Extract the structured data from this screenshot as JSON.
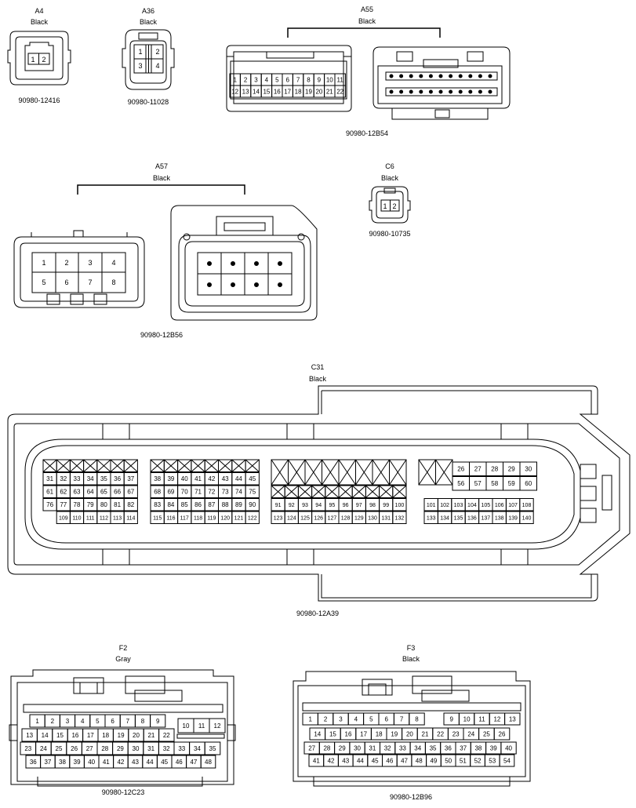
{
  "connectors": {
    "a4": {
      "code": "A4",
      "color": "Black",
      "part": "90980-12416",
      "pins": [
        "1",
        "2"
      ]
    },
    "a36": {
      "code": "A36",
      "color": "Black",
      "part": "90980-11028",
      "pins": [
        "1",
        "2",
        "3",
        "4"
      ]
    },
    "a55": {
      "code": "A55",
      "color": "Black",
      "part": "90980-12B54",
      "pins_top": [
        "1",
        "2",
        "3",
        "4",
        "5",
        "6",
        "7",
        "8",
        "9",
        "10",
        "11"
      ],
      "pins_bottom": [
        "12",
        "13",
        "14",
        "15",
        "16",
        "17",
        "18",
        "19",
        "20",
        "21",
        "22"
      ]
    },
    "a57": {
      "code": "A57",
      "color": "Black",
      "part": "90980-12B56",
      "pins": [
        "1",
        "2",
        "3",
        "4",
        "5",
        "6",
        "7",
        "8"
      ]
    },
    "c6": {
      "code": "C6",
      "color": "Black",
      "part": "90980-10735",
      "pins": [
        "1",
        "2"
      ]
    },
    "c31": {
      "code": "C31",
      "color": "Black",
      "part": "90980-12A39",
      "block1": {
        "row1": [
          "31",
          "32",
          "33",
          "34",
          "35",
          "36",
          "37"
        ],
        "row2": [
          "61",
          "62",
          "63",
          "64",
          "65",
          "66",
          "67"
        ],
        "row3": [
          "76",
          "77",
          "78",
          "79",
          "80",
          "81",
          "82"
        ],
        "row4": [
          "109",
          "110",
          "111",
          "112",
          "113",
          "114"
        ]
      },
      "block2": {
        "row1": [
          "38",
          "39",
          "40",
          "41",
          "42",
          "43",
          "44",
          "45"
        ],
        "row2": [
          "68",
          "69",
          "70",
          "71",
          "72",
          "73",
          "74",
          "75"
        ],
        "row3": [
          "83",
          "84",
          "85",
          "86",
          "87",
          "88",
          "89",
          "90"
        ],
        "row4": [
          "115",
          "116",
          "117",
          "118",
          "119",
          "120",
          "121",
          "122"
        ]
      },
      "block3": {
        "row3": [
          "91",
          "92",
          "93",
          "94",
          "95",
          "96",
          "97",
          "98",
          "99",
          "100"
        ],
        "row4": [
          "123",
          "124",
          "125",
          "126",
          "127",
          "128",
          "129",
          "130",
          "131",
          "132"
        ]
      },
      "block4": {
        "row1": [
          "26",
          "27",
          "28",
          "29",
          "30"
        ],
        "row2": [
          "56",
          "57",
          "58",
          "59",
          "60"
        ],
        "row3": [
          "101",
          "102",
          "103",
          "104",
          "105",
          "106",
          "107",
          "108"
        ],
        "row4": [
          "133",
          "134",
          "135",
          "136",
          "137",
          "138",
          "139",
          "140"
        ]
      }
    },
    "f2": {
      "code": "F2",
      "color": "Gray",
      "part": "90980-12C23",
      "row1": [
        "1",
        "2",
        "3",
        "4",
        "5",
        "6",
        "7",
        "8",
        "9"
      ],
      "row1b": [
        "10",
        "11",
        "12"
      ],
      "row2": [
        "13",
        "14",
        "15",
        "16",
        "17",
        "18",
        "19",
        "20",
        "21",
        "22"
      ],
      "row3": [
        "23",
        "24",
        "25",
        "26",
        "27",
        "28",
        "29",
        "30",
        "31",
        "32",
        "33",
        "34",
        "35"
      ],
      "row4": [
        "36",
        "37",
        "38",
        "39",
        "40",
        "41",
        "42",
        "43",
        "44",
        "45",
        "46",
        "47",
        "48"
      ]
    },
    "f3": {
      "code": "F3",
      "color": "Black",
      "part": "90980-12B96",
      "row1": [
        "1",
        "2",
        "3",
        "4",
        "5",
        "6",
        "7",
        "8"
      ],
      "row1b": [
        "9",
        "10",
        "11",
        "12",
        "13"
      ],
      "row2": [
        "14",
        "15",
        "16",
        "17",
        "18",
        "19",
        "20",
        "21",
        "22",
        "23",
        "24",
        "25",
        "26"
      ],
      "row3": [
        "27",
        "28",
        "29",
        "30",
        "31",
        "32",
        "33",
        "34",
        "35",
        "36",
        "37",
        "38",
        "39",
        "40"
      ],
      "row4": [
        "41",
        "42",
        "43",
        "44",
        "45",
        "46",
        "47",
        "48",
        "49",
        "50",
        "51",
        "52",
        "53",
        "54"
      ]
    }
  }
}
